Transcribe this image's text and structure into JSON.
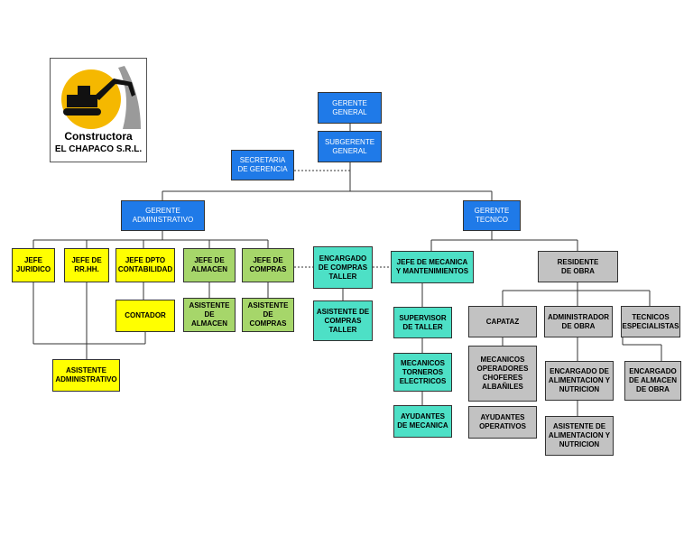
{
  "logo": {
    "line1": "Constructora",
    "line2": "EL CHAPACO S.R.L."
  },
  "nodes": {
    "gerente_general": "GERENTE\nGENERAL",
    "subgerente_general": "SUBGERENTE\nGENERAL",
    "secretaria": "SECRETARIA\nDE GERENCIA",
    "gerente_administrativo": "GERENTE\nADMINISTRATIVO",
    "gerente_tecnico": "GERENTE\nTECNICO",
    "jefe_juridico": "JEFE\nJURIDICO",
    "jefe_rrhh": "JEFE DE\nRR.HH.",
    "jefe_contabilidad": "JEFE DPTO\nCONTABILIDAD",
    "jefe_almacen": "JEFE DE\nALMACEN",
    "jefe_compras": "JEFE DE\nCOMPRAS",
    "encargado_compras_taller": "ENCARGADO\nDE COMPRAS\nTALLER",
    "contador": "CONTADOR",
    "asistente_almacen": "ASISTENTE\nDE ALMACEN",
    "asistente_compras": "ASISTENTE\nDE COMPRAS",
    "asistente_compras_taller": "ASISTENTE DE\nCOMPRAS\nTALLER",
    "asistente_administrativo": "ASISTENTE\nADMINISTRATIVO",
    "jefe_mecanica": "JEFE DE MECANICA\nY MANTENIMIENTOS",
    "supervisor_taller": "SUPERVISOR\nDE TALLER",
    "mecanicos": "MECANICOS\nTORNEROS\nELECTRICOS",
    "ayudantes_mecanica": "AYUDANTES\nDE MECANICA",
    "residente_obra": "RESIDENTE\nDE OBRA",
    "capataz": "CAPATAZ",
    "mecanicos_operadores": "MECANICOS\nOPERADORES\nCHOFERES\nALBAÑILES",
    "ayudantes_operativos": "AYUDANTES\nOPERATIVOS",
    "administrador_obra": "ADMINISTRADOR\nDE OBRA",
    "encargado_alimentacion": "ENCARGADO DE\nALIMENTACION Y\nNUTRICION",
    "asistente_alimentacion": "ASISTENTE DE\nALIMENTACION Y\nNUTRICION",
    "tecnicos_especialistas": "TECNICOS\nESPECIALISTAS",
    "encargado_almacen_obra": "ENCARGADO\nDE ALMACEN\nDE OBRA"
  },
  "colors": {
    "direction": "#1f7ae8",
    "administrative_staff": "#ffff00",
    "logistics": "#a6d66a",
    "workshop": "#4de0c6",
    "site": "#c2c2c2"
  }
}
